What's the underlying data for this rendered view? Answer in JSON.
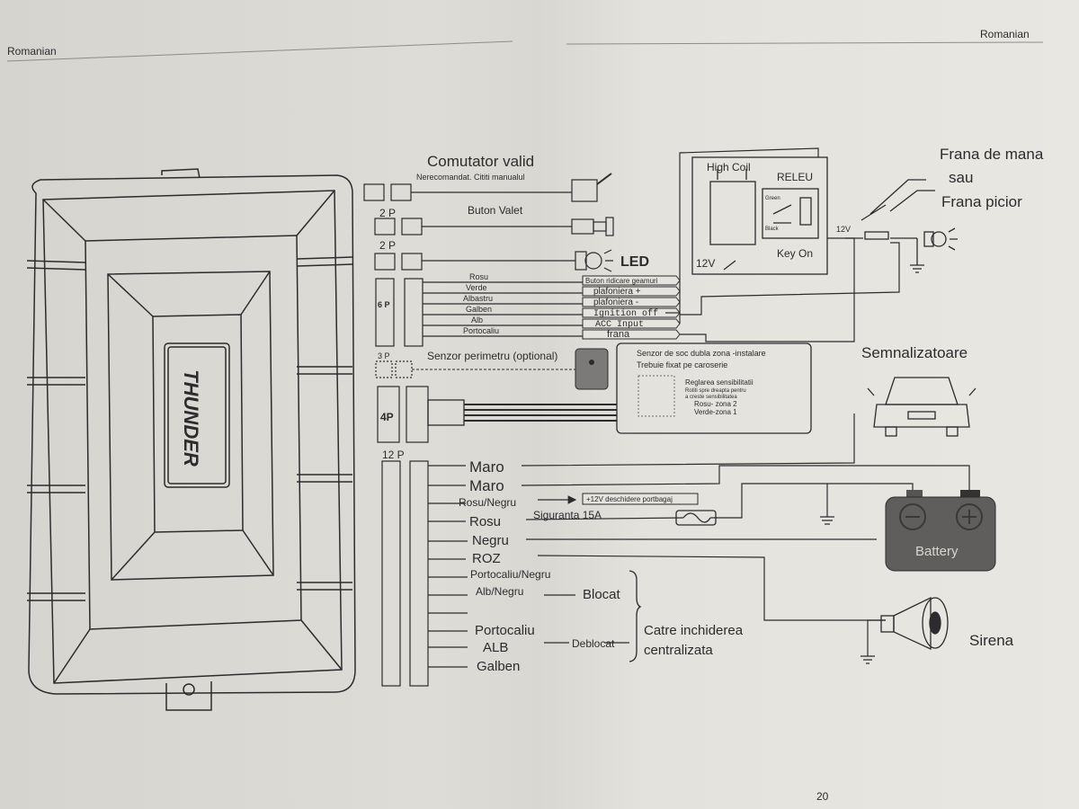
{
  "header": {
    "left_language": "Romanian",
    "right_language": "Romanian",
    "page_number": "20"
  },
  "control_unit": {
    "logo": "THUNDER"
  },
  "connectors": {
    "c2p_a": "2 P",
    "c2p_b": "2 P",
    "c6p": "6 P",
    "c3p": "3 P",
    "c4p": "4P",
    "c12p": "12 P"
  },
  "valet_switch": {
    "title": "Comutator valid",
    "subtitle": "Nerecomandat. Cititi manualul"
  },
  "valet_button": "Buton Valet",
  "led": "LED",
  "six_pin": {
    "wires": [
      "Rosu",
      "Verde",
      "Albastru",
      "Galben",
      "Alb",
      "Portocaliu"
    ],
    "functions": [
      "Buton ridicare geamuri",
      "plafoniera +",
      "plafoniera -",
      "Ignition off",
      "ACC Input",
      "frana"
    ]
  },
  "relay": {
    "coil": "High Coil",
    "relay": "RELEU",
    "key_on": "Key On",
    "voltage": "12V",
    "green": "Green",
    "black": "Black"
  },
  "brake": {
    "line1": "Frana de mana",
    "line2": "sau",
    "line3": "Frana picior",
    "voltage": "12V"
  },
  "perimeter_sensor": "Senzor perimetru (optional)",
  "shock_sensor": {
    "title": "Senzor de soc dubla zona -instalare",
    "note": "Trebuie fixat pe caroserie",
    "adjust": "Reglarea sensibilitatii",
    "adjust_note1": "Rotiti spre dreapta pentru",
    "adjust_note2": "a creste sensibilitatea",
    "zone2": "Rosu- zona 2",
    "zone1": "Verde-zona 1"
  },
  "indicators": "Semnalizatoare",
  "twelve_pin": {
    "wires": [
      "Maro",
      "Maro",
      "Rosu/Negru",
      "Rosu",
      "Negru",
      "ROZ",
      "Portocaliu/Negru",
      "Alb/Negru",
      "Portocaliu",
      "ALB",
      "Galben"
    ],
    "trunk_note": "+12V deschidere portbagaj",
    "fuse": "Siguranta 15A"
  },
  "central_locking": {
    "locked": "Blocat",
    "unlocked": "Deblocat",
    "title1": "Catre inchiderea",
    "title2": "centralizata"
  },
  "battery": "Battery",
  "siren": "Sirena"
}
